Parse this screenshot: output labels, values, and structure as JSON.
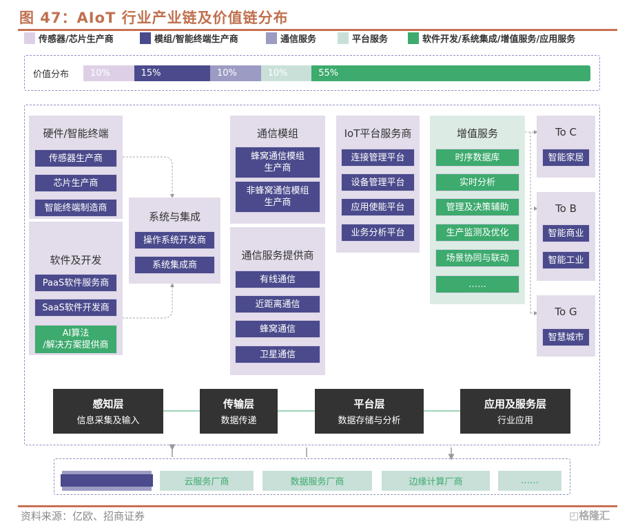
{
  "title": "图 47：AIoT 行业产业链及价值链分布",
  "legend": [
    {
      "label": "传感器/芯片生产商",
      "color": "#ddd0e6"
    },
    {
      "label": "模组/智能终端生产商",
      "color": "#4a4a8c"
    },
    {
      "label": "通信服务",
      "color": "#9b9bc3"
    },
    {
      "label": "平台服务",
      "color": "#c8e0d8"
    },
    {
      "label": "软件开发/系统集成/增值服务/应用服务",
      "color": "#3daa6e"
    }
  ],
  "value_bar": {
    "label": "价值分布",
    "segments": [
      {
        "label": "10%",
        "value": 10,
        "color": "#ddd0e6"
      },
      {
        "label": "15%",
        "value": 15,
        "color": "#4a4a8c"
      },
      {
        "label": "10%",
        "value": 10,
        "color": "#9b9bc3"
      },
      {
        "label": "10%",
        "value": 10,
        "color": "#c8e0d8"
      },
      {
        "label": "55%",
        "value": 55,
        "color": "#3daa6e"
      }
    ]
  },
  "panels": [
    {
      "title": "硬件/智能终端",
      "items": [
        "传感器生产商",
        "芯片生产商",
        "智能终端制造商"
      ]
    },
    {
      "title": "软件及开发",
      "items": [
        "PaaS软件服务商",
        "SaaS软件开发商",
        "AI算法\n/解决方案提供商"
      ]
    },
    {
      "title": "系统与集成",
      "items": [
        "操作系统开发商",
        "系统集成商"
      ]
    },
    {
      "title": "通信模组",
      "items": [
        "蜂窝通信模组\n生产商",
        "非蜂窝通信模组\n生产商"
      ]
    },
    {
      "title": "通信服务提供商",
      "items": [
        "有线通信",
        "近距离通信",
        "蜂窝通信",
        "卫星通信"
      ]
    },
    {
      "title": "IoT平台服务商",
      "items": [
        "连接管理平台",
        "设备管理平台",
        "应用使能平台",
        "业务分析平台"
      ]
    },
    {
      "title": "增值服务",
      "items": [
        "时序数据库",
        "实时分析",
        "管理及决策辅助",
        "生产监测及优化",
        "场景协同与联动",
        "……"
      ]
    },
    {
      "title": "To C",
      "items": [
        "智能家居"
      ]
    },
    {
      "title": "To B",
      "items": [
        "智能商业",
        "智能工业"
      ]
    },
    {
      "title": "To G",
      "items": [
        "智慧城市"
      ]
    }
  ],
  "layers": [
    {
      "name": "感知层",
      "desc": "信息采集及输入"
    },
    {
      "name": "传输层",
      "desc": "数据传递"
    },
    {
      "name": "平台层",
      "desc": "数据存储与分析"
    },
    {
      "name": "应用及服务层",
      "desc": "行业应用"
    }
  ],
  "bottom_items": [
    "云服务厂商",
    "数据服务厂商",
    "边缘计算厂商",
    "……"
  ],
  "source": "资料来源：亿欧、招商证券",
  "watermark": "格隆汇"
}
